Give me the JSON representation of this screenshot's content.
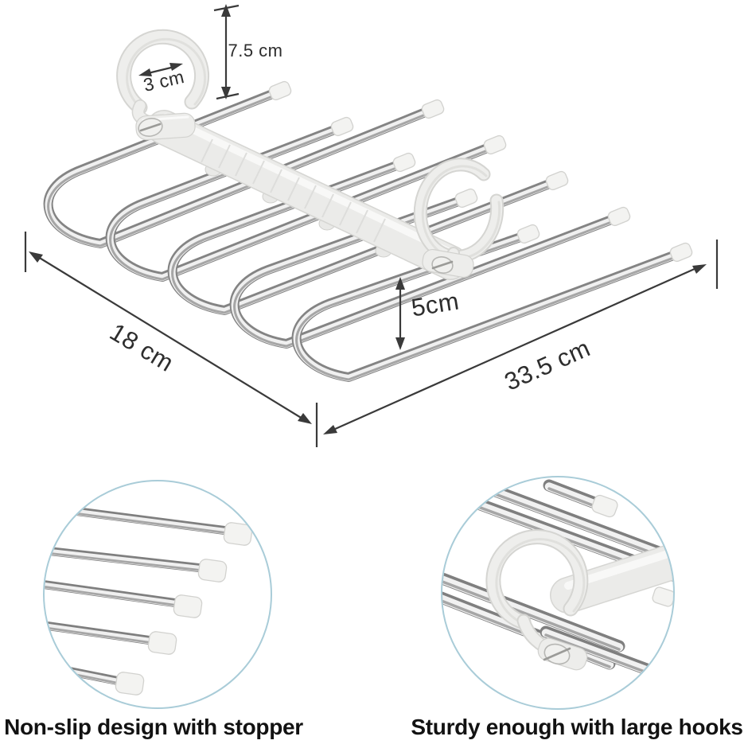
{
  "annotations": {
    "hook_height": {
      "label": "7.5 cm",
      "arrow": "vertical-double-arrow"
    },
    "hook_opening": {
      "label": "3 cm",
      "arrow": "diagonal-double-arrow"
    },
    "depth": {
      "label": "18 cm",
      "arrow": "diagonal-double-arrow"
    },
    "length": {
      "label": "33.5 cm",
      "arrow": "diagonal-double-arrow"
    },
    "layer_spacing": {
      "label": "5cm",
      "arrow": "vertical-double-arrow"
    }
  },
  "features": [
    {
      "caption": "Non-slip design with stopper",
      "icon": "stopper-caps-closeup-icon"
    },
    {
      "caption": "Sturdy enough with large hooks",
      "icon": "large-hook-closeup-icon"
    }
  ],
  "colors": {
    "background": "#ffffff",
    "dimension_lines": "#3a3a3a",
    "dimension_text": "#2d2d2d",
    "caption_text": "#121212",
    "circle_border": "#a9ccd8",
    "chrome_dark": "#848484",
    "chrome_light": "#f0f0f0",
    "plastic_white": "#ededeb"
  }
}
